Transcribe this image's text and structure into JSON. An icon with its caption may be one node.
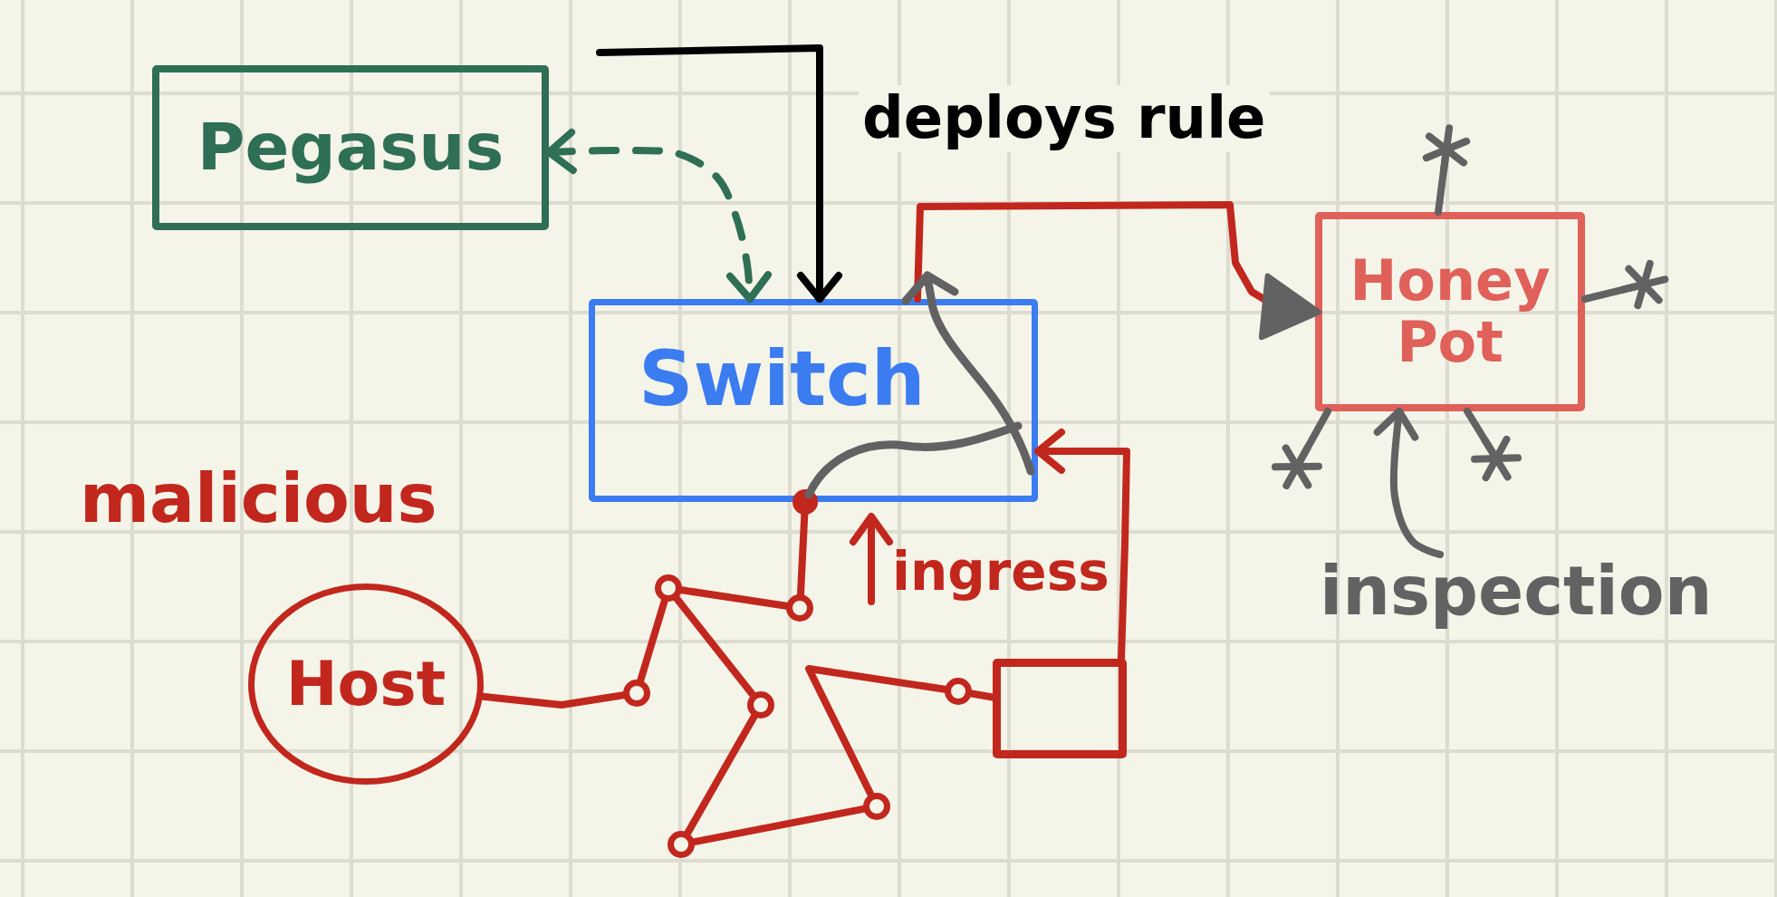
{
  "diagram": {
    "nodes": [
      {
        "text": [
          "Pegasus"
        ]
      },
      {
        "text": [
          "Switch"
        ]
      },
      {
        "text": [
          "Honey Pot"
        ]
      },
      {
        "text": [
          "Host"
        ],
        "beside": [
          "malicious"
        ]
      },
      {
        "text": [],
        "shape": "circle"
      },
      {
        "text": [],
        "shape": "circle"
      },
      {
        "text": [],
        "shape": "circle"
      },
      {
        "text": [],
        "shape": "circle"
      },
      {
        "text": [],
        "shape": "circle"
      },
      {
        "text": [],
        "shape": "circle"
      },
      {
        "text": [],
        "shape": "circle"
      },
      {
        "text": [],
        "shape": "box"
      },
      {
        "text": [
          "inspection"
        ]
      }
    ],
    "edges": [
      {
        "from": null,
        "to": 1,
        "arrow": "to",
        "label": "deploys rule",
        "color": "#000000"
      },
      {
        "from": 0,
        "to": 1,
        "arrow": "both",
        "style": "dashed",
        "color": "#2e6f55"
      },
      {
        "from": 1,
        "to": 2,
        "arrow": "to"
      },
      {
        "from": 3,
        "to": 4,
        "arrow": "none"
      },
      {
        "from": 4,
        "to": 5,
        "arrow": "none"
      },
      {
        "from": 5,
        "to": 8,
        "arrow": "none"
      },
      {
        "from": 8,
        "to": 1,
        "arrow": "other"
      },
      {
        "from": 5,
        "to": 7,
        "arrow": "none"
      },
      {
        "from": 7,
        "to": 6,
        "arrow": "none"
      },
      {
        "from": 6,
        "to": 9,
        "arrow": "none"
      },
      {
        "from": 9,
        "to": 10,
        "arrow": "none"
      },
      {
        "from": 10,
        "to": 11,
        "arrow": "none"
      },
      {
        "from": 11,
        "to": 1,
        "arrow": "to"
      },
      {
        "from": 2,
        "to": null,
        "arrow": "other",
        "color": "#626262"
      },
      {
        "from": 2,
        "to": null,
        "arrow": "other",
        "color": "#626262"
      },
      {
        "from": 2,
        "to": null,
        "arrow": "other",
        "color": "#626262"
      },
      {
        "from": 2,
        "to": null,
        "arrow": "other",
        "color": "#626262"
      },
      {
        "from": 12,
        "to": 2,
        "arrow": "to",
        "color": "#626262"
      }
    ],
    "labels": [
      "ingress"
    ]
  }
}
